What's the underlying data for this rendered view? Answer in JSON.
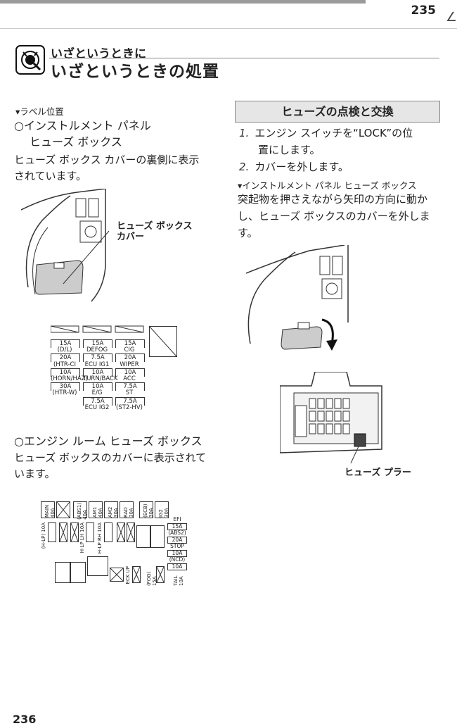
{
  "page_number": "235",
  "chapter": {
    "small_title": "いざというときに",
    "title": "いざというときの処置"
  },
  "left": {
    "label_position": "▾ラベル位置",
    "ip_title_1": "○インストルメント パネル",
    "ip_title_2": "ヒューズ ボックス",
    "ip_desc_1": "ヒューズ ボックス カバーの裏側に表示",
    "ip_desc_2": "されています。",
    "cover_label_1": "ヒューズ ボックス",
    "cover_label_2": "カバー",
    "fuse_table": [
      [
        "15A",
        "15A",
        "15A"
      ],
      [
        "(D/L)",
        "DEFOG",
        "CIG"
      ],
      [
        "20A",
        "7.5A",
        "20A"
      ],
      [
        "(HTR-CI",
        "ECU IG1",
        "WIPER"
      ],
      [
        "10A",
        "10A",
        "10A"
      ],
      [
        "(HORN/HAZ)",
        "TURN/BACK",
        "ACC"
      ],
      [
        "30A",
        "10A",
        "7.5A"
      ],
      [
        "(HTR-W)",
        "E/G",
        "ST"
      ],
      [
        "",
        "7.5A",
        "7.5A"
      ],
      [
        "",
        "ECU IG2",
        "(ST2-HV)"
      ]
    ],
    "er_title": "○エンジン ルーム ヒューズ ボックス",
    "er_desc_1": "ヒューズ ボックスのカバーに表示されて",
    "er_desc_2": "います。",
    "er_top": [
      "MAIN 40A",
      "(ABS1) 40A",
      "AM1 40A",
      "AM2 30A",
      "RAD 30A",
      "(ECB) 30A",
      "IG2 30A"
    ],
    "er_right": [
      "EFI",
      "15A",
      "(ABS2)",
      "20A",
      "STOP",
      "10A",
      "(NCD)",
      "10A"
    ],
    "er_side": [
      "(H-LP) 10A",
      "H-LP LH 10A",
      "H-LP RH 10A"
    ],
    "er_bottom": [
      "ECK UP",
      "(FOG) 15A",
      "TAIL 10A"
    ]
  },
  "right": {
    "section_title": "ヒューズの点検と交換",
    "step1_num": "1.",
    "step1_line1": "エンジン スイッチを“LOCK”の位",
    "step1_line2": "置にします。",
    "step2_num": "2.",
    "step2": "カバーを外します。",
    "sub_title": "▾インストルメント パネル ヒューズ ボックス",
    "desc_1": "突起物を押さえながら矢印の方向に動か",
    "desc_2": "し、ヒューズ ボックスのカバーを外しま",
    "desc_3": "す。",
    "puller_label": "ヒューズ プラー"
  },
  "footer_page": "236"
}
